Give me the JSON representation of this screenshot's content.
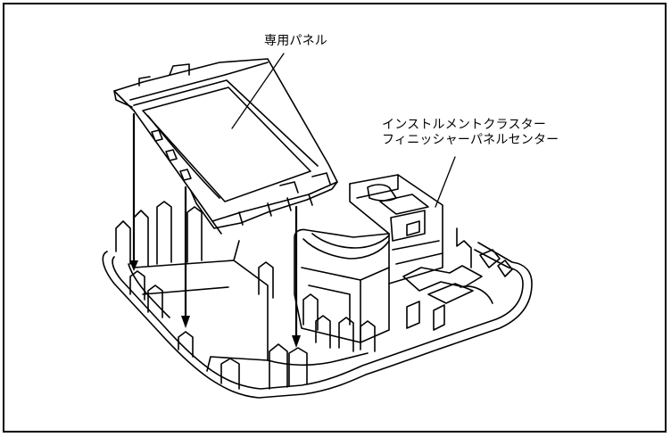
{
  "callouts": {
    "panel": "専用パネル",
    "cluster_line1": "インストルメントクラスター",
    "cluster_line2": "フィニッシャーパネルセンター"
  }
}
